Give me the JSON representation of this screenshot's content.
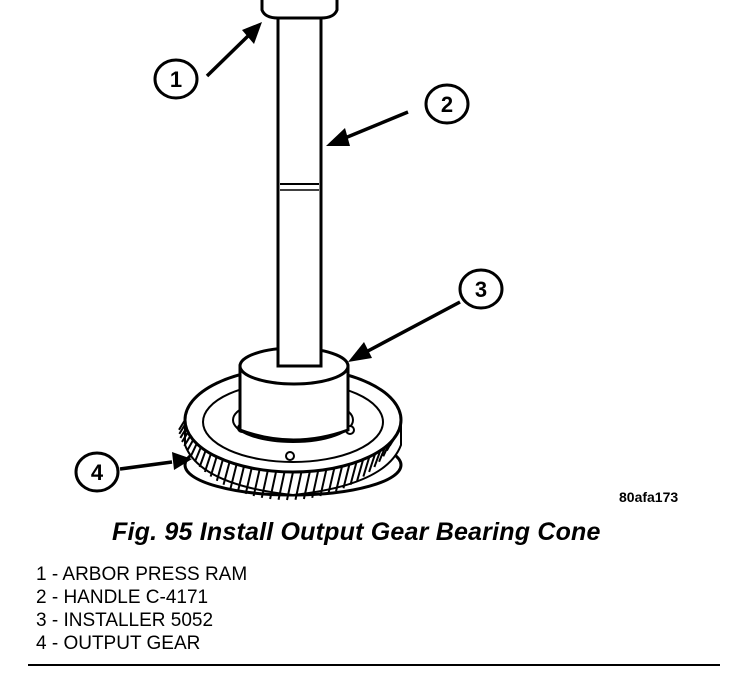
{
  "figure": {
    "image_code": "80afa173",
    "callouts": [
      "1",
      "2",
      "3",
      "4"
    ]
  },
  "caption": "Fig. 95 Install Output Gear Bearing Cone",
  "legend": [
    "1 - ARBOR PRESS RAM",
    "2 - HANDLE C-4171",
    "3 - INSTALLER 5052",
    "4 - OUTPUT GEAR"
  ],
  "colors": {
    "ink": "#000000",
    "paper": "#ffffff"
  }
}
